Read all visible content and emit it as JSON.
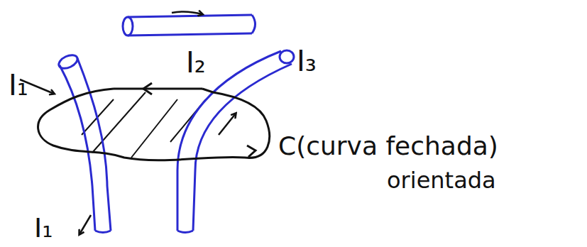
{
  "diagram": {
    "labels": [
      "I₂",
      "I₃",
      "I₁",
      "C(curva fechada)",
      "orientada",
      "I₁"
    ]
  }
}
